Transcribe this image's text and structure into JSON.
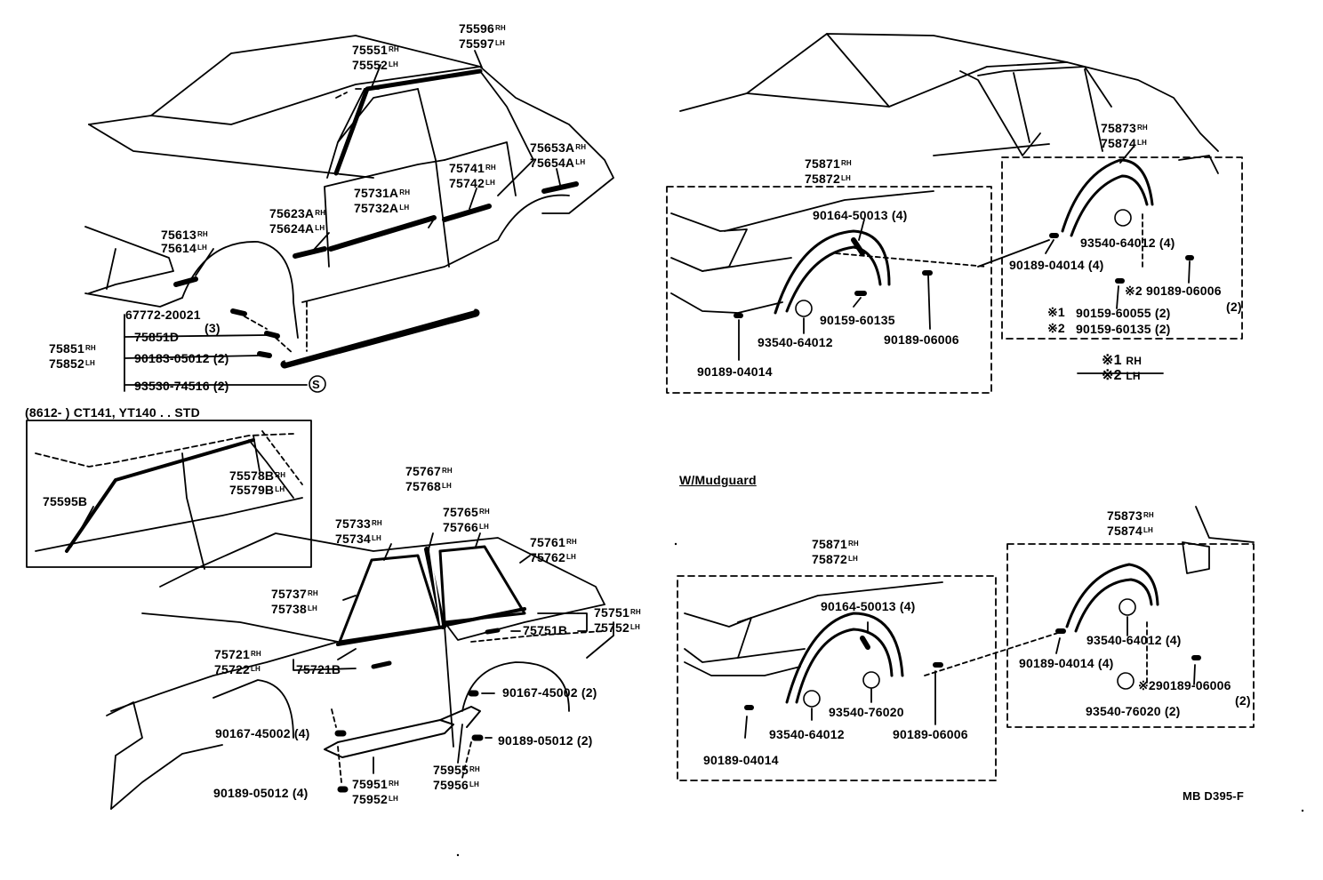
{
  "figure_code": "MB D395-F",
  "variant_note": "(8612-        ) CT141, YT140 . . STD",
  "mudguard_heading": "W/Mudguard",
  "side_legend": {
    "l1_mark": "※1",
    "l1_side": "RH",
    "l2_mark": "※2",
    "l2_side": "LH"
  },
  "tags": {
    "rh": "RH",
    "lh": "LH",
    "s": "S"
  },
  "labels": {
    "p75596": "75596",
    "p75597": "75597",
    "p75551": "75551",
    "p75552": "75552",
    "p75653A": "75653A",
    "p75654A": "75654A",
    "p75741": "75741",
    "p75742": "75742",
    "p75731A": "75731A",
    "p75732A": "75732A",
    "p75623A": "75623A",
    "p75624A": "75624A",
    "p75613": "75613",
    "p75614": "75614",
    "p67772": "67772-20021",
    "q3": "(3)",
    "p75851D": "75851D",
    "p75851": "75851",
    "p75852": "75852",
    "p90183": "90183-05012",
    "q2a": "(2)",
    "p93530": "93530-74516",
    "q2b": "(2)",
    "p75873a": "75873",
    "p75874a": "75874",
    "p75871a": "75871",
    "p75872a": "75872",
    "p90164a": "90164-50013",
    "q4a": "(4)",
    "p93540a": "93540-64012",
    "q4b": "(4)",
    "p90189a": "90189-04014",
    "q4c": "(4)",
    "p90189b": "90189-06006",
    "q2c": "(2)",
    "p90159a": "90159-60055",
    "q2d": "(2)",
    "p90159b": "90159-60135",
    "q2e": "(2)",
    "p90159c": "90159-60135",
    "p93540b": "93540-64012",
    "p90189c": "90189-06006",
    "p90189d": "90189-04014",
    "p75595B": "75595B",
    "p75578B": "75578B",
    "p75579B": "75579B",
    "p75767": "75767",
    "p75768": "75768",
    "p75765": "75765",
    "p75766": "75766",
    "p75733": "75733",
    "p75734": "75734",
    "p75761": "75761",
    "p75762": "75762",
    "p75737": "75737",
    "p75738": "75738",
    "p75751": "75751",
    "p75752": "75752",
    "p75751B": "75751B",
    "p75721": "75721",
    "p75722": "75722",
    "p75721B": "75721B",
    "p90167a": "90167-45002",
    "q2f": "(2)",
    "p90167b": "90167-45002",
    "q4d": "(4)",
    "p90189e": "90189-05012",
    "q2g": "(2)",
    "p75955": "75955",
    "p75956": "75956",
    "p75951": "75951",
    "p75952": "75952",
    "p90189f": "90189-05012",
    "q4e": "(4)",
    "p75873b": "75873",
    "p75874b": "75874",
    "p75871b": "75871",
    "p75872b": "75872",
    "p90164b": "90164-50013",
    "q4f": "(4)",
    "p93540c": "93540-64012",
    "q4g": "(4)",
    "p90189g": "90189-04014",
    "q4h": "(4)",
    "p90189h": "90189-06006",
    "q2h": "(2)",
    "p93540d": "93540-76020",
    "q2i": "(2)",
    "p93540e": "93540-76020",
    "p93540f": "93540-64012",
    "p90189i": "90189-06006",
    "p90189j": "90189-04014"
  }
}
